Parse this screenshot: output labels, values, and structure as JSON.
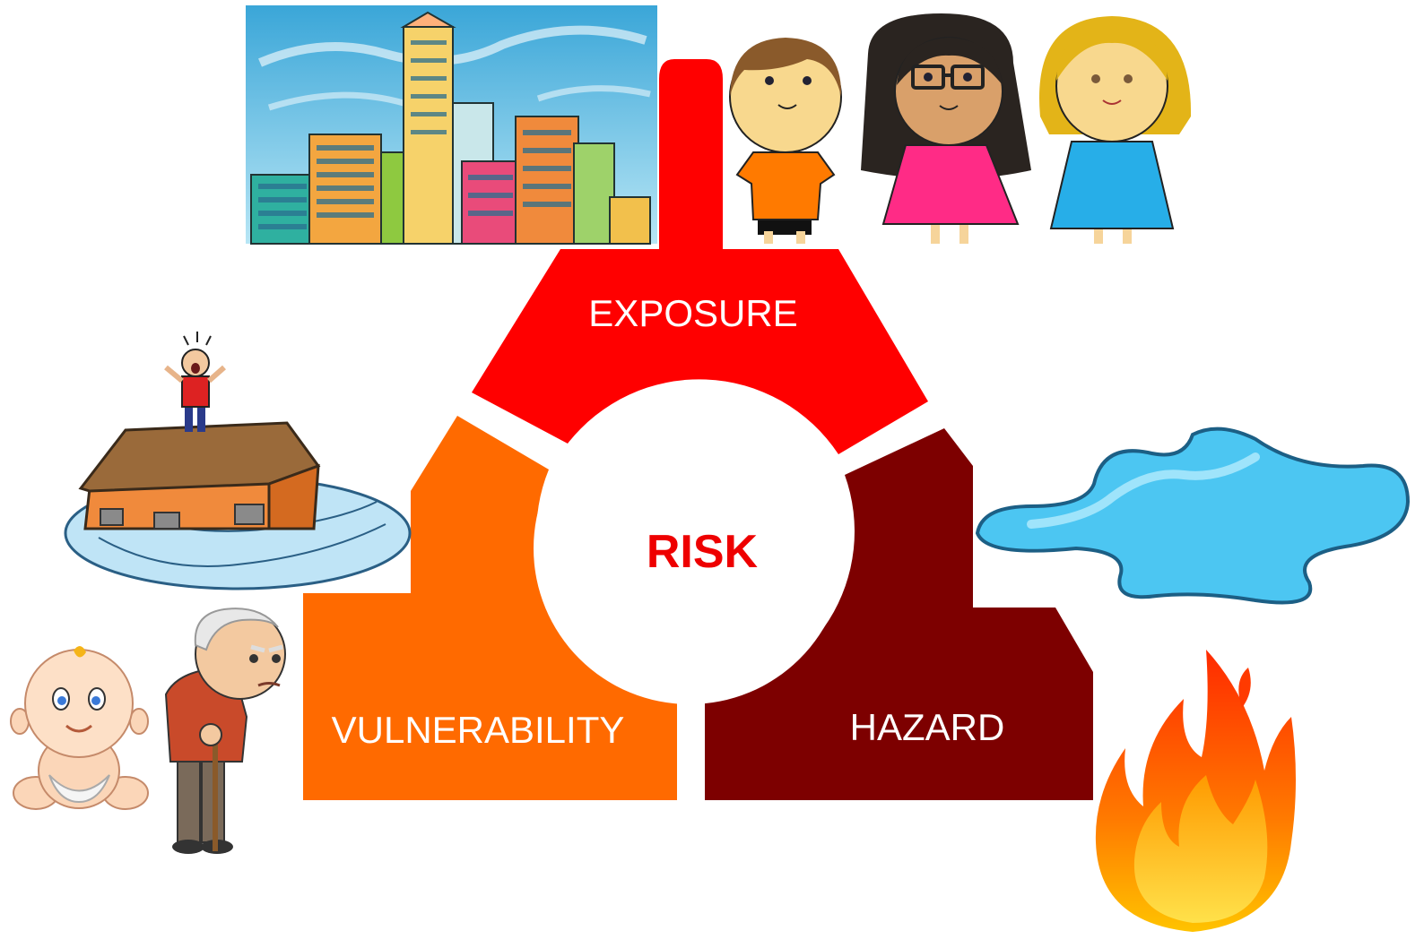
{
  "diagram": {
    "center_label": "RISK",
    "segments": [
      {
        "key": "exposure",
        "label": "EXPOSURE",
        "color": "#ff0000"
      },
      {
        "key": "vulnerability",
        "label": "VULNERABILITY",
        "color": "#ff6a00"
      },
      {
        "key": "hazard",
        "label": "HAZARD",
        "color": "#7d0000"
      }
    ],
    "center_color": "#ffffff",
    "center_text_color": "#ee0000"
  },
  "illustrations": [
    {
      "name": "city-buildings-illustration",
      "icon": "city-skyline"
    },
    {
      "name": "people-group-illustration",
      "icon": "three-children"
    },
    {
      "name": "flooded-house-illustration",
      "icon": "house-in-flood"
    },
    {
      "name": "water-puddle-illustration",
      "icon": "water-puddle"
    },
    {
      "name": "baby-and-elderly-illustration",
      "icon": "baby-and-old-man"
    },
    {
      "name": "fire-illustration",
      "icon": "flame"
    }
  ]
}
